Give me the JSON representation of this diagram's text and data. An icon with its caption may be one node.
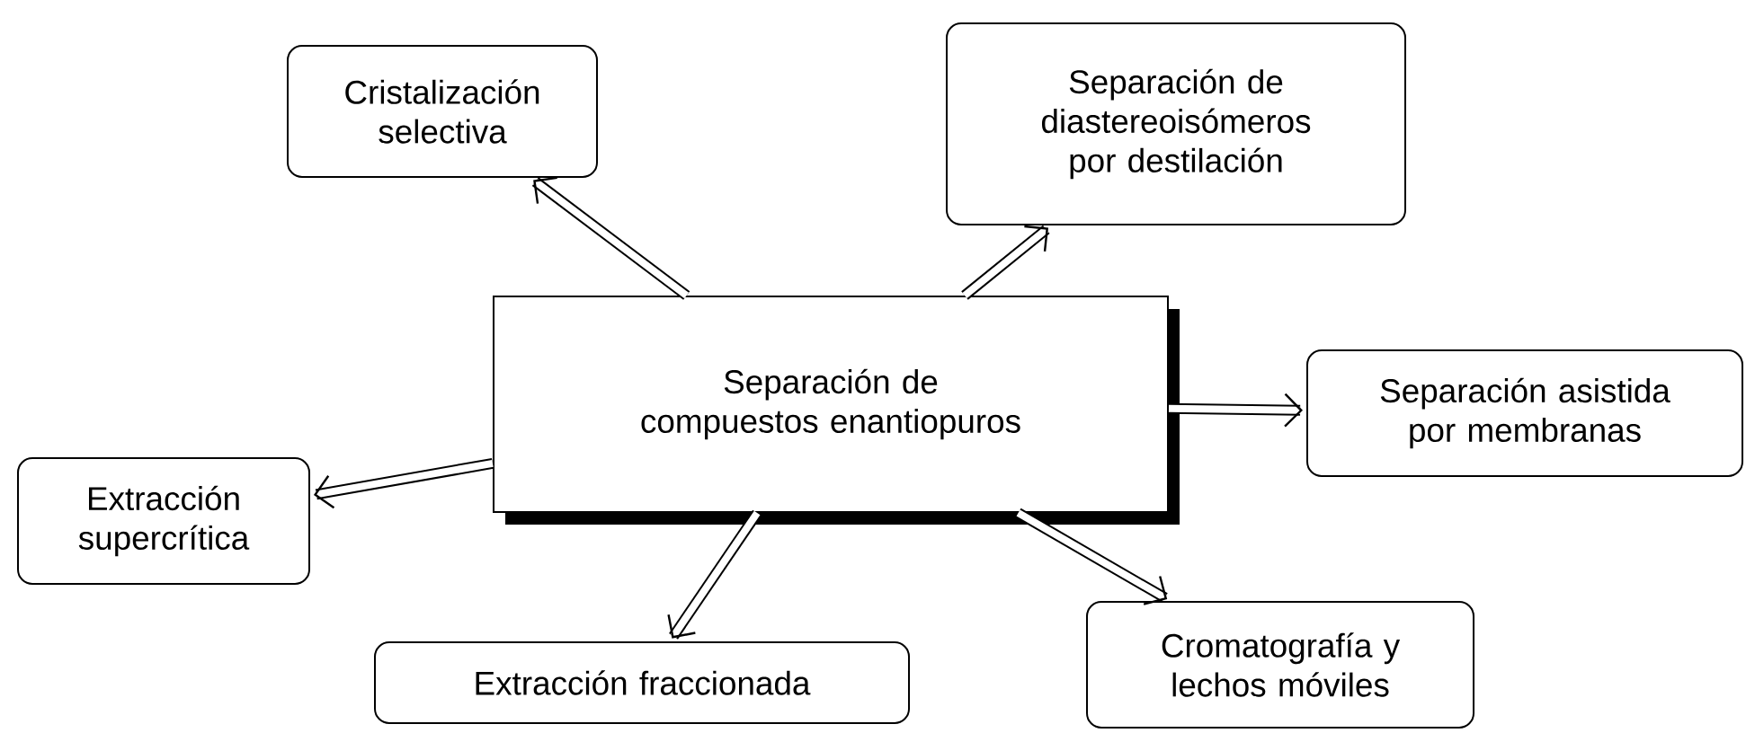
{
  "diagram": {
    "nodes": [
      {
        "text": [
          "Separación de compuestos enantiopuros"
        ]
      },
      {
        "text": [
          "Cristalización selectiva"
        ]
      },
      {
        "text": [
          "Separación de diastereoisómeros por destilación"
        ]
      },
      {
        "text": [
          "Separación asistida por membranas"
        ]
      },
      {
        "text": [
          "Extracción supercrítica"
        ]
      },
      {
        "text": [
          "Extracción fraccionada"
        ]
      },
      {
        "text": [
          "Cromatografía y lechos móviles"
        ]
      }
    ],
    "edges": [
      {
        "from": 0,
        "to": 1,
        "arrow": "to"
      },
      {
        "from": 0,
        "to": 2,
        "arrow": "to"
      },
      {
        "from": 0,
        "to": 3,
        "arrow": "to"
      },
      {
        "from": 0,
        "to": 4,
        "arrow": "to"
      },
      {
        "from": 0,
        "to": 5,
        "arrow": "to"
      },
      {
        "from": 0,
        "to": 6,
        "arrow": "to"
      }
    ]
  }
}
